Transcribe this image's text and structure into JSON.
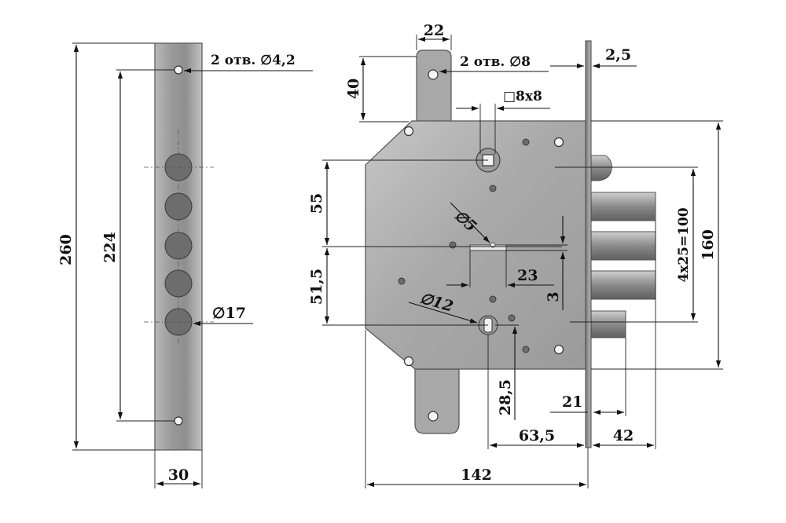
{
  "left_plate": {
    "height_total": "260",
    "hole_spacing": "224",
    "width": "30",
    "mount_holes": "2 отв. ∅4,2",
    "cylinder_hole": "∅17"
  },
  "lock_body": {
    "tab_width": "22",
    "tab_holes": "2 отв. ∅8",
    "faceplate_thickness": "2,5",
    "tab_height": "40",
    "square_spindle": "□8x8",
    "bolt_pitch": "4x25=100",
    "body_height": "160",
    "spindle_offset": "55",
    "key_offset": "51,5",
    "hole_5": "∅5",
    "keyway_width": "23",
    "keyway_height": "3",
    "hole_12": "∅12",
    "key_to_bottom": "28,5",
    "latch_throw": "21",
    "key_backset": "63,5",
    "bolt_throw": "42",
    "body_length": "142"
  },
  "colors": {
    "metal_light": "#d2d2d2",
    "metal_dark": "#8a8a8a",
    "line": "#111111"
  }
}
